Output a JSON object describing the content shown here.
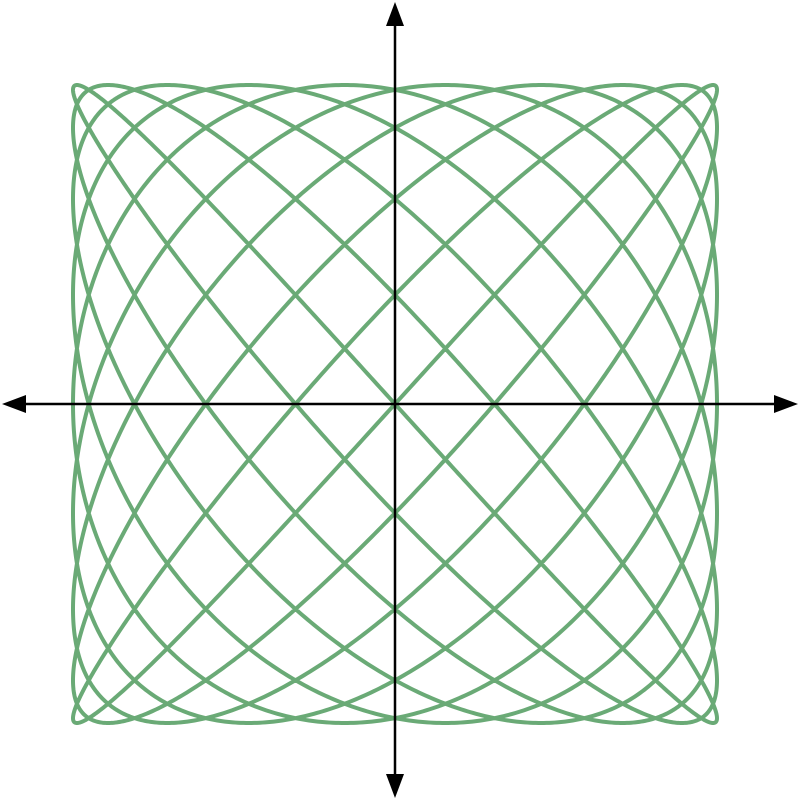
{
  "chart_data": {
    "type": "line",
    "title": "",
    "xlabel": "",
    "ylabel": "",
    "xlim": [
      -1.1,
      1.1
    ],
    "ylim": [
      -1.1,
      1.1
    ],
    "grid": false,
    "curve": "lissajous",
    "parametric": {
      "x": "sin(9t)",
      "y": "sin(10t)",
      "t_range": [
        0,
        6.283185307
      ]
    },
    "series": [
      {
        "color": "#6aaa76"
      }
    ]
  },
  "colors": {
    "curve": "#6aaa76",
    "axes": "#000000"
  }
}
